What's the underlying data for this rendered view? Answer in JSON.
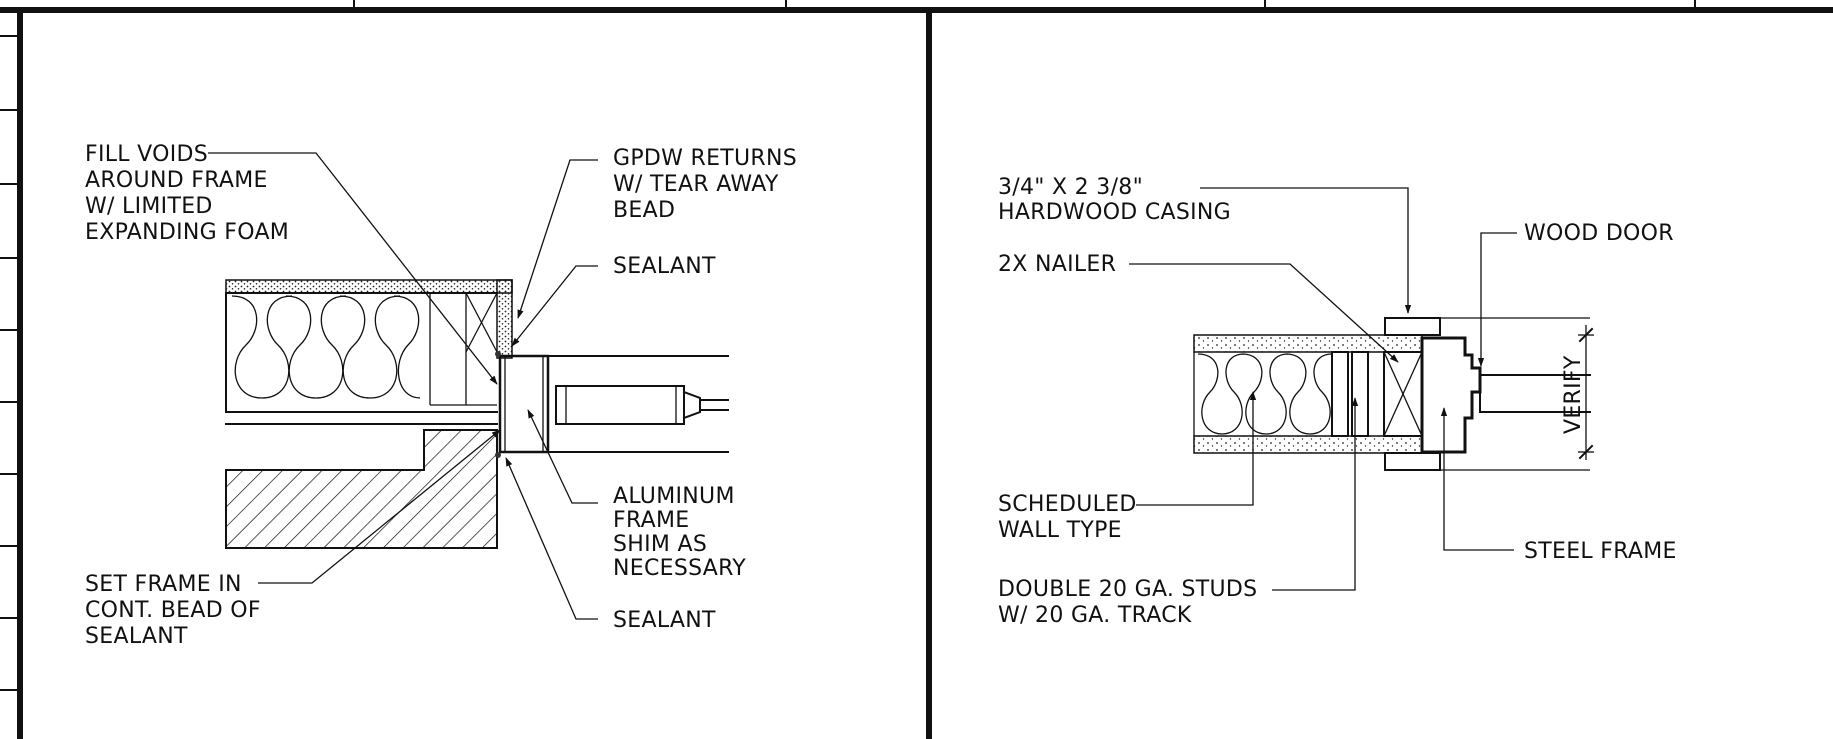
{
  "left_detail": {
    "fill_voids": [
      "FILL VOIDS",
      "AROUND FRAME",
      "W/ LIMITED",
      "EXPANDING FOAM"
    ],
    "gpdw_returns": [
      "GPDW RETURNS",
      "W/ TEAR AWAY",
      "BEAD"
    ],
    "sealant_top": "SEALANT",
    "aluminum_frame": [
      "ALUMINUM",
      "FRAME",
      "SHIM AS",
      "NECESSARY"
    ],
    "sealant_bottom": "SEALANT",
    "set_frame": [
      "SET FRAME IN",
      "CONT. BEAD OF",
      "SEALANT"
    ]
  },
  "right_detail": {
    "casing": [
      "3/4\" X 2 3/8\"",
      "HARDWOOD CASING"
    ],
    "nailer": "2X NAILER",
    "wood_door": "WOOD DOOR",
    "verify": "VERIFY",
    "scheduled_wall": [
      "SCHEDULED",
      "WALL TYPE"
    ],
    "steel_frame": "STEEL FRAME",
    "double_studs": [
      "DOUBLE 20 GA. STUDS",
      "W/ 20 GA. TRACK"
    ]
  }
}
